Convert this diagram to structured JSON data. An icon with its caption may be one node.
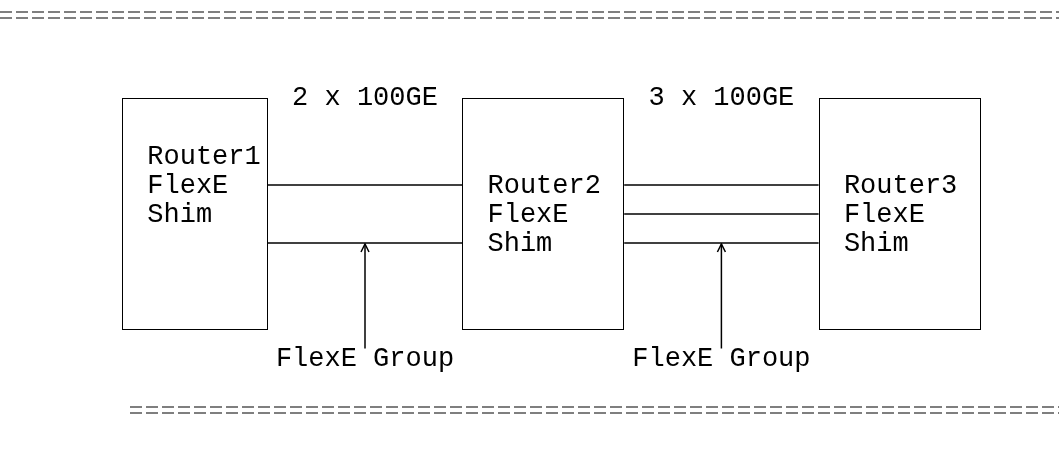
{
  "diagram": {
    "nodes": [
      {
        "text": [
          "Router1 FlexE Shim"
        ]
      },
      {
        "text": [
          "Router2 FlexE Shim"
        ]
      },
      {
        "text": [
          "Router3 FlexE Shim"
        ]
      },
      {
        "text": [
          "FlexE Group"
        ]
      },
      {
        "text": [
          "FlexE Group"
        ]
      }
    ],
    "edges": [
      {
        "from": 0,
        "to": 1,
        "arrow": "none"
      },
      {
        "from": 0,
        "to": 1,
        "arrow": "none"
      },
      {
        "from": 1,
        "to": 2,
        "arrow": "none"
      },
      {
        "from": 1,
        "to": 2,
        "arrow": "none"
      },
      {
        "from": 1,
        "to": 2,
        "arrow": "none"
      },
      {
        "from": 3,
        "to": null,
        "arrow": "to"
      },
      {
        "from": 4,
        "to": null,
        "arrow": "to"
      }
    ],
    "labels": [
      "2 x 100GE",
      "3 x 100GE"
    ]
  }
}
